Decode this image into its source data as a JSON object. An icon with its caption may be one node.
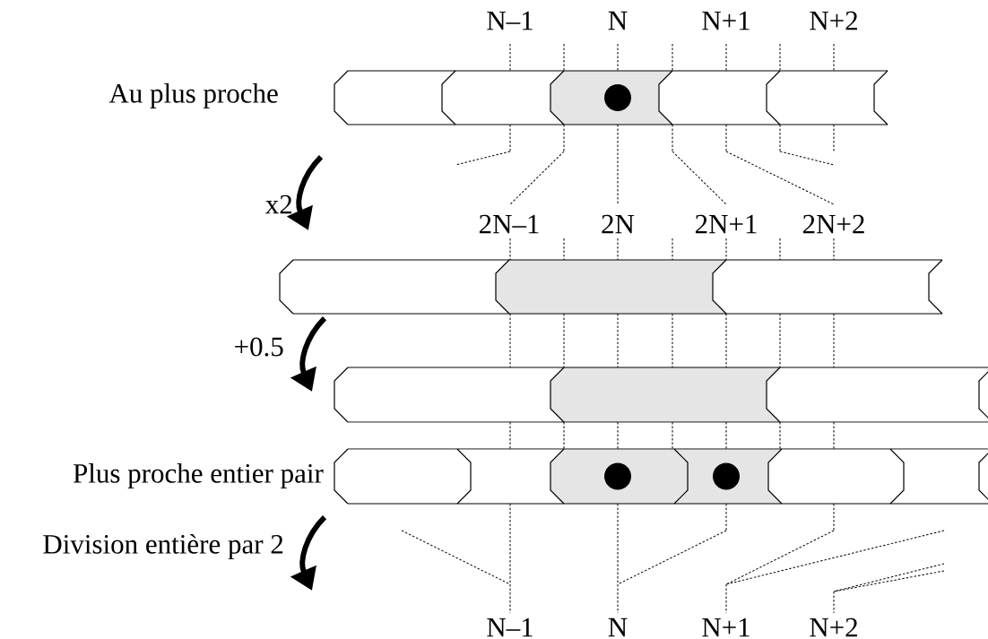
{
  "diagram": {
    "labels": [
      "N–1",
      "N",
      "N+1",
      "N+2",
      "Au plus proche",
      "x2",
      "2N–1",
      "2N",
      "2N+1",
      "2N+2",
      "+0.5",
      "Plus proche entier pair",
      "Division entière par 2",
      "N–1",
      "N",
      "N+1",
      "N+2"
    ]
  }
}
